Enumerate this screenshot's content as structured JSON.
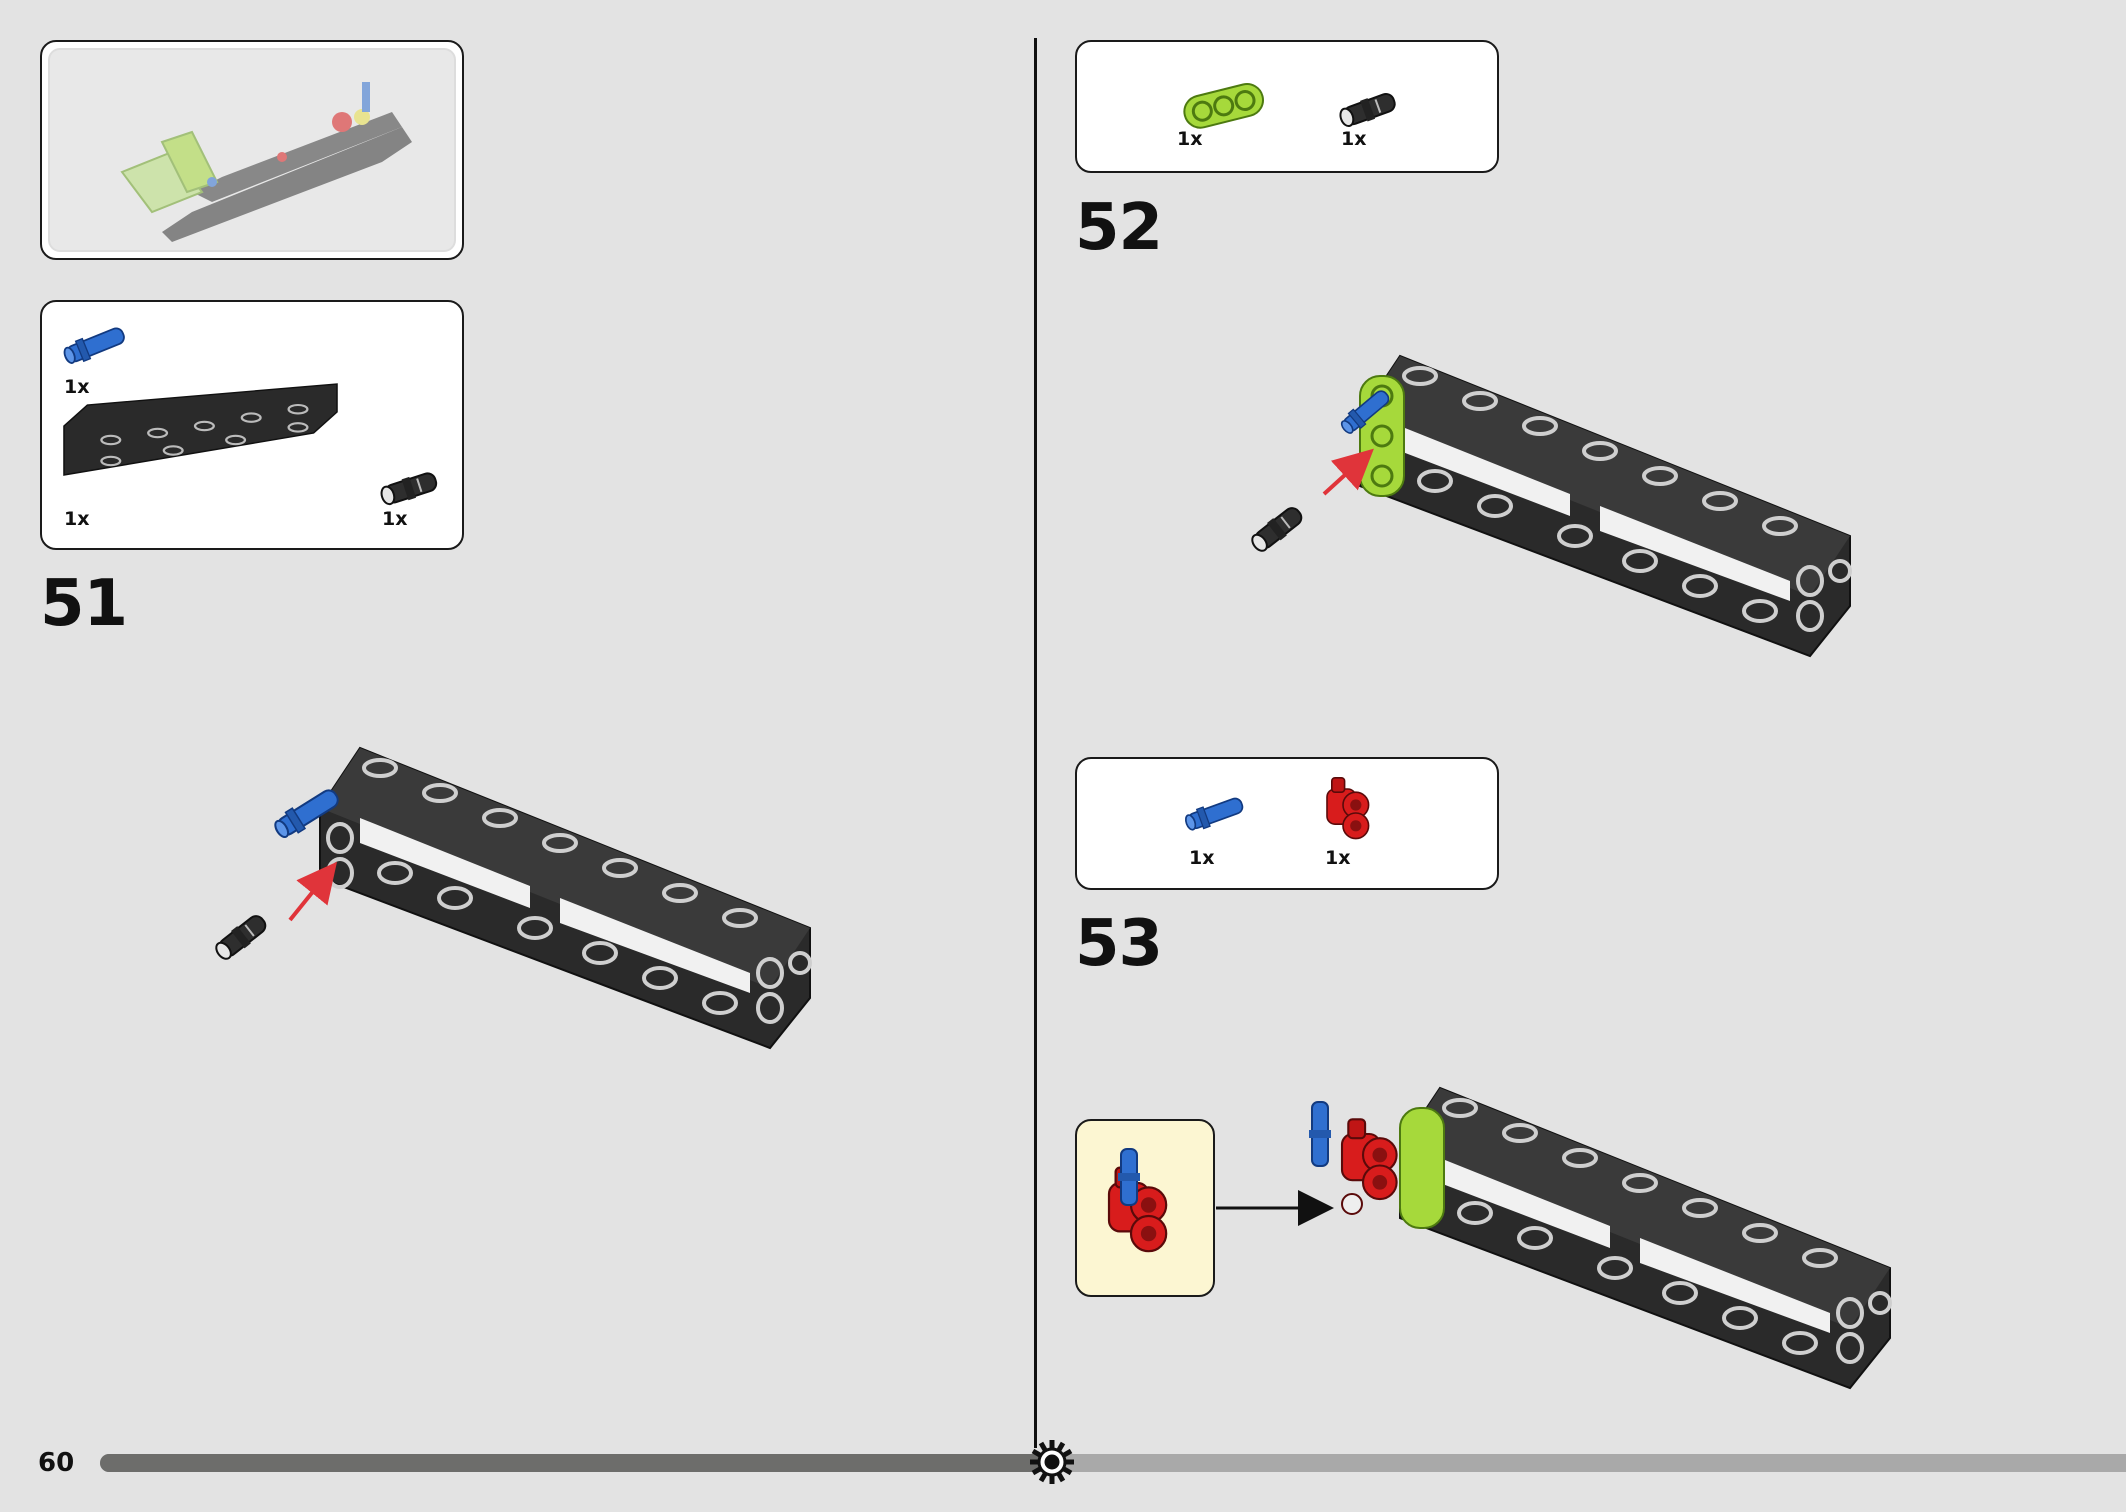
{
  "page": {
    "number": "60",
    "progress": 0.47
  },
  "steps": [
    {
      "number": "51",
      "parts": [
        {
          "qty": "1x",
          "part": "blue-axle-pin"
        },
        {
          "qty": "1x",
          "part": "black-frame-beam"
        },
        {
          "qty": "1x",
          "part": "black-friction-pin"
        }
      ]
    },
    {
      "number": "52",
      "parts": [
        {
          "qty": "1x",
          "part": "lime-3-hole-beam"
        },
        {
          "qty": "1x",
          "part": "black-friction-pin"
        }
      ]
    },
    {
      "number": "53",
      "parts": [
        {
          "qty": "1x",
          "part": "blue-axle-pin"
        },
        {
          "qty": "1x",
          "part": "red-double-pin-connector"
        }
      ]
    }
  ],
  "colors": {
    "page_bg": "#e3e3e3",
    "beam": "#2a2a2a",
    "hole": "#cfcfcf",
    "blue": "#2f6fd0",
    "lime": "#a6d93b",
    "red": "#d81c1c",
    "arrow_red": "#e0343a",
    "callout_bg": "#fcf6d2"
  }
}
